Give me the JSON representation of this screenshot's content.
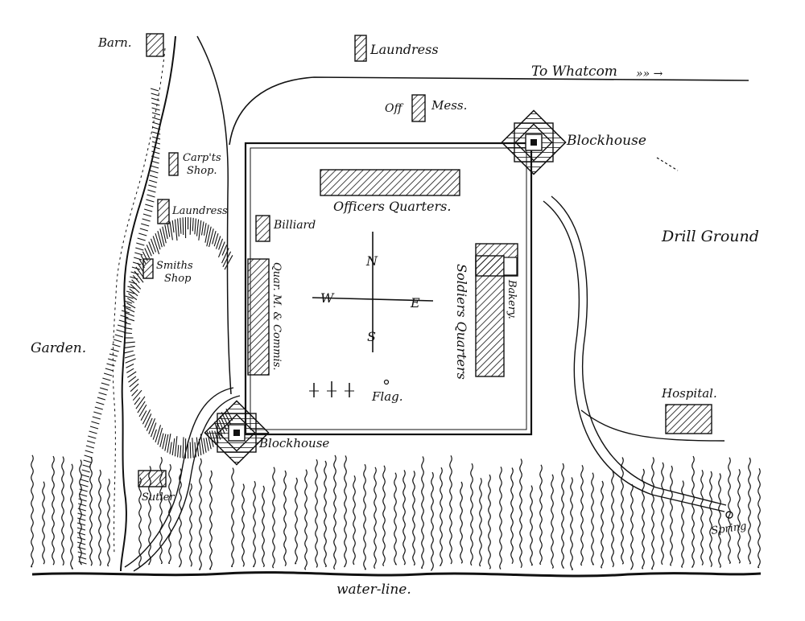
{
  "map": {
    "ink_color": "#111111",
    "paper_color": "#ffffff",
    "road_label": "To Whatcom",
    "road_arrow": "»» →",
    "compass": {
      "north": "N",
      "south": "S",
      "east": "E",
      "west": "W"
    },
    "labels": {
      "barn": "Barn.",
      "laundress_top": "Laundress",
      "mess": "Mess.",
      "off_mess": "Off",
      "blockhouse_ne": "Blockhouse",
      "carpenters_shop_1": "Carp'ts",
      "carpenters_shop_2": "Shop.",
      "laundress_left": "Laundress",
      "officers_quarters": "Officers Quarters.",
      "billiard": "Billiard",
      "drill_ground": "Drill Ground",
      "smiths_shop_1": "Smiths",
      "smiths_shop_2": "Shop",
      "quartermaster": "Quar. M. & Commis.",
      "bakery": "Bakery.",
      "soldiers_quarters": "Soldiers Quarters",
      "garden": "Garden.",
      "flag": "Flag.",
      "hospital": "Hospital.",
      "blockhouse_sw": "Blockhouse",
      "sutler": "Sutler",
      "spring": "Spring",
      "water_line": "water-line."
    }
  }
}
